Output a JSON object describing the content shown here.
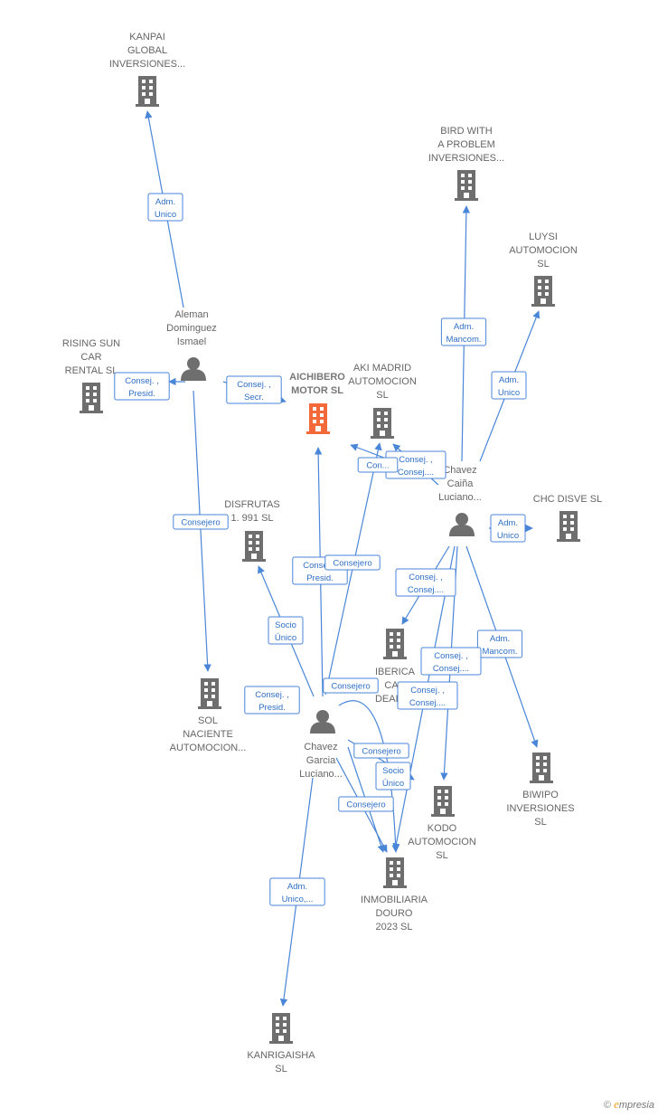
{
  "colors": {
    "edge": "#4a86d8",
    "node": "#6e6e6e",
    "highlight": "#f26a3a",
    "label": "#666666"
  },
  "nodes": [
    {
      "id": "kanpai",
      "type": "company",
      "icon": "building-icon",
      "label": [
        "KANPAI",
        "GLOBAL",
        "INVERSIONES..."
      ]
    },
    {
      "id": "bird",
      "type": "company",
      "icon": "building-icon",
      "label": [
        "BIRD WITH",
        "A PROBLEM",
        "INVERSIONES..."
      ]
    },
    {
      "id": "luysi",
      "type": "company",
      "icon": "building-icon",
      "label": [
        "LUYSI",
        "AUTOMOCION",
        "SL"
      ]
    },
    {
      "id": "rising",
      "type": "company",
      "icon": "building-icon",
      "label": [
        "RISING SUN",
        "CAR",
        "RENTAL  SL"
      ]
    },
    {
      "id": "aichibero",
      "type": "company",
      "icon": "building-icon",
      "highlight": true,
      "label": [
        "AICHIBERO",
        "MOTOR  SL"
      ]
    },
    {
      "id": "akimadrid",
      "type": "company",
      "icon": "building-icon",
      "label": [
        "AKI MADRID",
        "AUTOMOCION",
        "SL"
      ]
    },
    {
      "id": "chcdisve",
      "type": "company",
      "icon": "building-icon",
      "label": [
        "CHC DISVE  SL"
      ]
    },
    {
      "id": "disfrutas",
      "type": "company",
      "icon": "building-icon",
      "label": [
        "DISFRUTAS",
        "1. 991  SL"
      ]
    },
    {
      "id": "iberica",
      "type": "company",
      "icon": "building-icon",
      "label": [
        "IBERICA",
        "CAR",
        "DEALER"
      ]
    },
    {
      "id": "sol",
      "type": "company",
      "icon": "building-icon",
      "label": [
        "SOL",
        "NACIENTE",
        "AUTOMOCION..."
      ]
    },
    {
      "id": "biwipo",
      "type": "company",
      "icon": "building-icon",
      "label": [
        "BIWIPO",
        "INVERSIONES",
        "SL"
      ]
    },
    {
      "id": "kodo",
      "type": "company",
      "icon": "building-icon",
      "label": [
        "KODO",
        "AUTOMOCION",
        "SL"
      ]
    },
    {
      "id": "inmobiliaria",
      "type": "company",
      "icon": "building-icon",
      "label": [
        "INMOBILIARIA",
        "DOURO",
        "2023  SL"
      ]
    },
    {
      "id": "kanrigaisha",
      "type": "company",
      "icon": "building-icon",
      "label": [
        "KANRIGAISHA",
        "SL"
      ]
    },
    {
      "id": "aleman",
      "type": "person",
      "icon": "person-icon",
      "label": [
        "Aleman",
        "Dominguez",
        "Ismael"
      ]
    },
    {
      "id": "chavezcaina",
      "type": "person",
      "icon": "person-icon",
      "label": [
        "Chavez",
        "Caiña",
        "Luciano..."
      ]
    },
    {
      "id": "chavezgarcia",
      "type": "person",
      "icon": "person-icon",
      "label": [
        "Chavez",
        "Garcia",
        "Luciano..."
      ]
    }
  ],
  "edges": [
    {
      "from": "aleman",
      "to": "kanpai",
      "label": [
        "Adm.",
        "Unico"
      ]
    },
    {
      "from": "aleman",
      "to": "rising",
      "label": [
        "Consej. ,",
        "Presid."
      ]
    },
    {
      "from": "aleman",
      "to": "aichibero",
      "label": [
        "Consej. ,",
        "Secr."
      ]
    },
    {
      "from": "aleman",
      "to": "sol",
      "label": [
        "Consejero"
      ]
    },
    {
      "from": "chavezcaina",
      "to": "bird",
      "label": [
        "Adm.",
        "Mancom."
      ]
    },
    {
      "from": "chavezcaina",
      "to": "luysi",
      "label": [
        "Adm.",
        "Unico"
      ]
    },
    {
      "from": "chavezcaina",
      "to": "akimadrid",
      "label": [
        "Consej. ,",
        "Consej...."
      ]
    },
    {
      "from": "chavezcaina",
      "to": "akimadrid",
      "label": [
        "Con..."
      ]
    },
    {
      "from": "chavezcaina",
      "to": "chcdisve",
      "label": [
        "Adm.",
        "Unico"
      ]
    },
    {
      "from": "chavezcaina",
      "to": "iberica",
      "label": [
        "Consej. ,",
        "Consej...."
      ]
    },
    {
      "from": "chavezcaina",
      "to": "biwipo",
      "label": [
        "Adm.",
        "Mancom."
      ]
    },
    {
      "from": "chavezcaina",
      "to": "kodo",
      "label": [
        "Consej. ,",
        "Consej...."
      ]
    },
    {
      "from": "chavezcaina",
      "to": "inmobiliaria",
      "label": [
        "Consej. ,",
        "Consej...."
      ]
    },
    {
      "from": "chavezgarcia",
      "to": "aichibero",
      "label": [
        "Consej. ,",
        "Presid."
      ]
    },
    {
      "from": "chavezgarcia",
      "to": "akimadrid",
      "label": [
        "Consejero"
      ]
    },
    {
      "from": "chavezgarcia",
      "to": "disfrutas",
      "label": [
        "Socio",
        "Único"
      ]
    },
    {
      "from": "chavezgarcia",
      "to": "sol",
      "label": [
        "Consej. ,",
        "Presid."
      ]
    },
    {
      "from": "chavezgarcia",
      "to": "iberica",
      "label": [
        "Consejero"
      ]
    },
    {
      "from": "chavezgarcia",
      "to": "kodo",
      "label": [
        "Consejero"
      ]
    },
    {
      "from": "chavezgarcia",
      "to": "inmobiliaria",
      "label": [
        "Socio",
        "Único"
      ]
    },
    {
      "from": "chavezgarcia",
      "to": "inmobiliaria",
      "label": [
        "Consejero"
      ]
    },
    {
      "from": "chavezgarcia",
      "to": "kanrigaisha",
      "label": [
        "Adm.",
        "Unico,..."
      ]
    }
  ],
  "footer": {
    "copyright": "©",
    "brand_initial": "e",
    "brand_rest": "mpresia"
  }
}
